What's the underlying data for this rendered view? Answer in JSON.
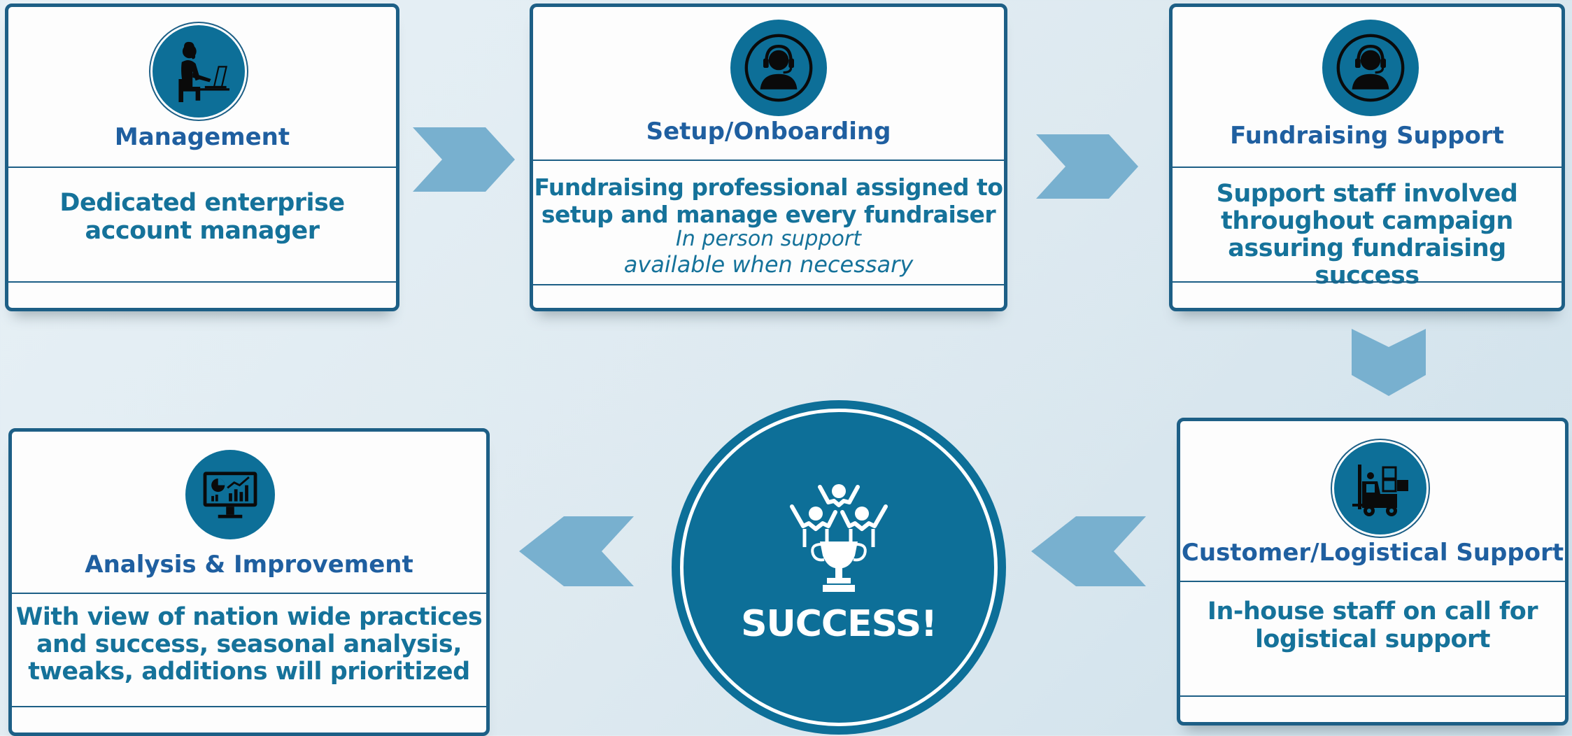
{
  "colors": {
    "accent": "#0d6f98",
    "border": "#1d5f86",
    "title": "#1f5fa0",
    "text": "#15729a",
    "arrow": "#78b0cf"
  },
  "steps": [
    {
      "title": "Management",
      "icon": "person-at-laptop-icon",
      "desc": [
        "Dedicated enterprise",
        "account manager"
      ]
    },
    {
      "title": "Setup/Onboarding",
      "icon": "headset-agent-icon",
      "desc": [
        "Fundraising professional assigned to",
        "setup and manage  every fundraiser"
      ],
      "note": [
        "In person support",
        "available when necessary"
      ]
    },
    {
      "title": "Fundraising Support",
      "icon": "headset-agent-icon",
      "desc": [
        "Support staff  involved",
        "throughout campaign",
        "assuring fundraising success"
      ]
    },
    {
      "title": "Customer/Logistical Support",
      "icon": "forklift-icon",
      "desc": [
        "In-house staff on call for",
        "logistical support"
      ]
    },
    {
      "title": "Analysis & Improvement",
      "icon": "analytics-monitor-icon",
      "desc": [
        "With view of nation wide practices",
        "and success, seasonal analysis,",
        "tweaks, additions will prioritized"
      ]
    }
  ],
  "center": {
    "label": "SUCCESS!",
    "icon": "team-trophy-icon"
  }
}
